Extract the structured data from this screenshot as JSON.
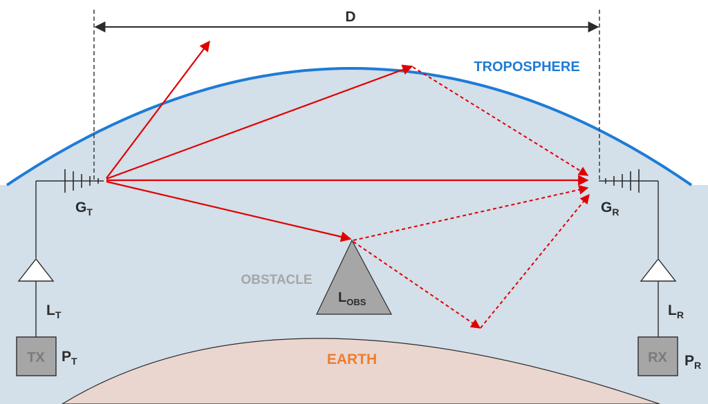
{
  "labels": {
    "distance": "D",
    "troposphere": "TROPOSPHERE",
    "obstacle": "OBSTACLE",
    "earth": "EARTH",
    "tx_gain": {
      "main": "G",
      "sub": "T"
    },
    "rx_gain": {
      "main": "G",
      "sub": "R"
    },
    "tx_loss": {
      "main": "L",
      "sub": "T"
    },
    "rx_loss": {
      "main": "L",
      "sub": "R"
    },
    "tx_power": {
      "main": "P",
      "sub": "T"
    },
    "rx_power": {
      "main": "P",
      "sub": "R"
    },
    "obstacle_loss": {
      "main": "L",
      "sub": "OBS"
    },
    "tx_box": "TX",
    "rx_box": "RX"
  },
  "colors": {
    "troposphere_fill": "#d3dfe9",
    "troposphere_line": "#1f7bd6",
    "troposphere_text": "#1f7bd6",
    "earth_fill": "#ead6cf",
    "earth_text": "#ed7d31",
    "obstacle_fill": "#a6a6a6",
    "obstacle_text": "#a6a6a6",
    "ray": "#e00000",
    "box_fill": "#a6a6a6",
    "box_text": "#7a7a7a",
    "line": "#2b2b2b"
  }
}
